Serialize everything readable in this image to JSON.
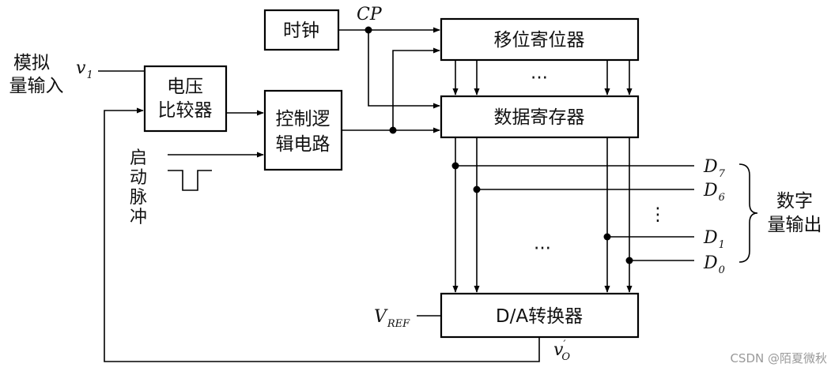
{
  "blocks": {
    "clock": "时钟",
    "comparator": [
      "电压",
      "比较器"
    ],
    "control": [
      "控制逻",
      "辑电路"
    ],
    "shift_register": "移位寄位器",
    "data_register": "数据寄存器",
    "dac": "D/A转换器"
  },
  "labels": {
    "analog_input": [
      "模拟",
      "量输入"
    ],
    "v1": "v",
    "v1_sub": "1",
    "cp": "CP",
    "start_pulse": [
      "启",
      "动",
      "脉",
      "冲"
    ],
    "digital_output": [
      "数字",
      "量输出"
    ],
    "vref": "V",
    "vref_sub": "REF",
    "vo": "v",
    "vo_prime": "′",
    "vo_sub": "O",
    "d7": "D",
    "d7_sub": "7",
    "d6": "D",
    "d6_sub": "6",
    "d1": "D",
    "d1_sub": "1",
    "d0": "D",
    "d0_sub": "0",
    "ellipsis_register": "···",
    "ellipsis_bus": "···",
    "ellipsis_outputs": "⋮"
  },
  "watermark": "CSDN @陌夏微秋"
}
